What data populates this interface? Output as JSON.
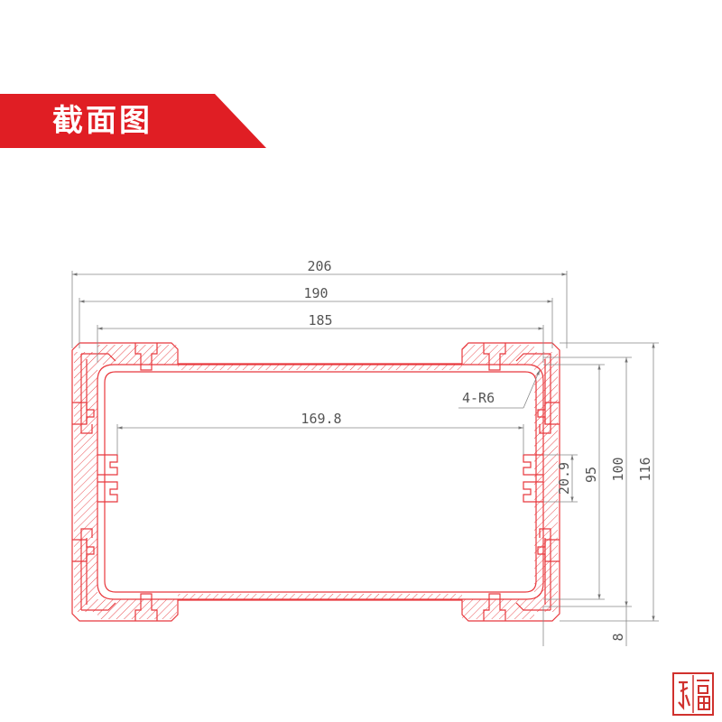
{
  "banner": {
    "title": "截面图",
    "color": "#e01e24"
  },
  "drawing": {
    "line_color": "#e8383d",
    "dimension_color": "#555555",
    "dimensions": {
      "overall_width": "206",
      "outer_width": "190",
      "inner_width": "185",
      "slot_span": "169.8",
      "radius_note": "4-R6",
      "slot_height": "20.9",
      "inner_height": "95",
      "outer_height": "100",
      "overall_height": "116",
      "wall_offset": "8"
    }
  },
  "seal": {
    "text": "永福",
    "color": "#d0312d"
  }
}
